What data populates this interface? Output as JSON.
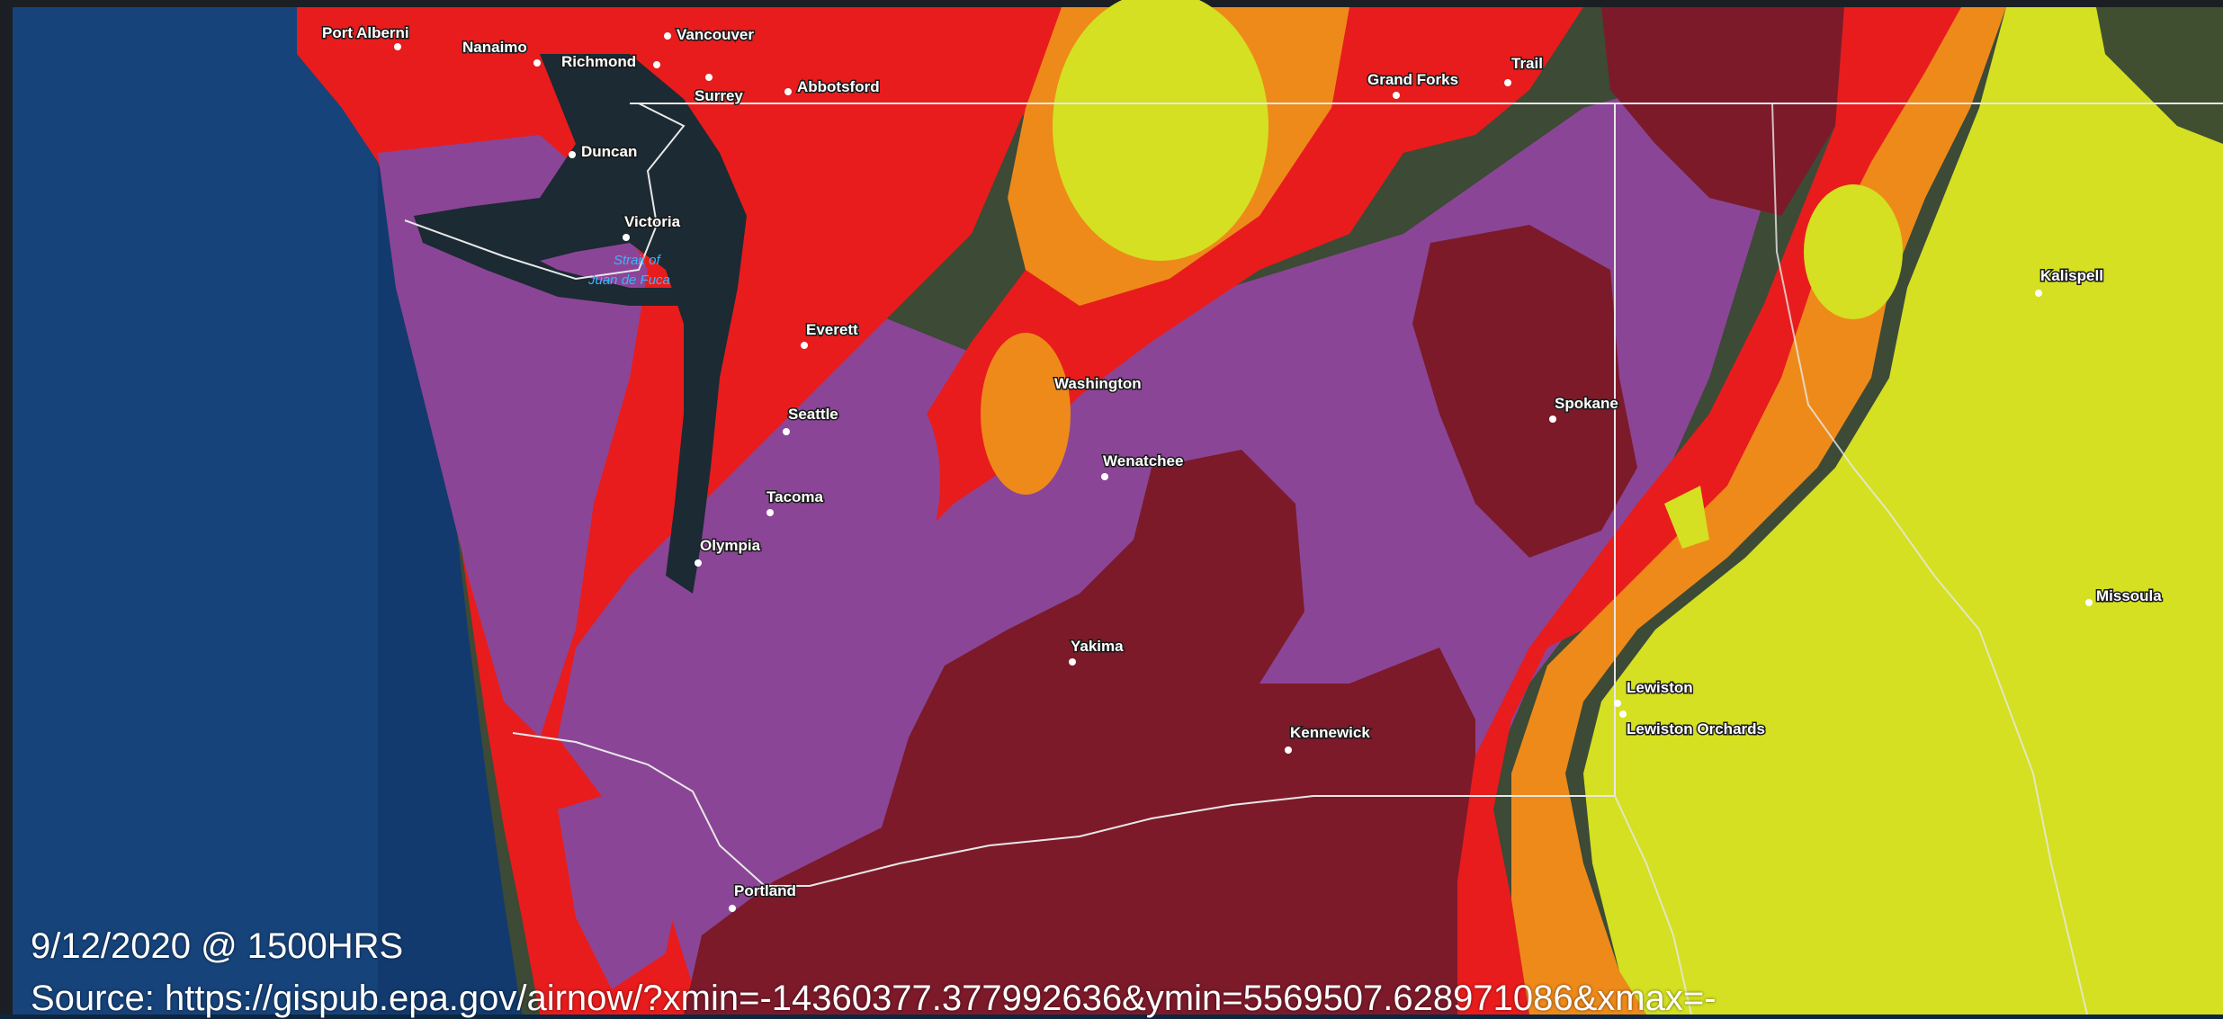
{
  "timestamp": "9/12/2020 @ 1500HRS",
  "source": "Source: https://gispub.epa.gov/airnow/?xmin=-14360377.377992636&ymin=5569507.628971086&xmax=-",
  "colors": {
    "ocean": "#123a6e",
    "land": "#3c4a36",
    "aqi_moderate": "#d4e021",
    "aqi_usg": "#ee8a1a",
    "aqi_unhealthy": "#e81c1c",
    "aqi_very_unhealthy": "#8b4596",
    "aqi_hazardous": "#7c1a2a",
    "boundary": "#e8e8e8"
  },
  "cities": [
    {
      "name": "Port Alberni"
    },
    {
      "name": "Nanaimo"
    },
    {
      "name": "Richmond"
    },
    {
      "name": "Vancouver"
    },
    {
      "name": "Surrey"
    },
    {
      "name": "Abbotsford"
    },
    {
      "name": "Duncan"
    },
    {
      "name": "Victoria"
    },
    {
      "name": "Grand Forks"
    },
    {
      "name": "Trail"
    },
    {
      "name": "Everett"
    },
    {
      "name": "Washington"
    },
    {
      "name": "Seattle"
    },
    {
      "name": "Wenatchee"
    },
    {
      "name": "Tacoma"
    },
    {
      "name": "Olympia"
    },
    {
      "name": "Spokane"
    },
    {
      "name": "Kalispell"
    },
    {
      "name": "Missoula"
    },
    {
      "name": "Yakima"
    },
    {
      "name": "Kennewick"
    },
    {
      "name": "Lewiston"
    },
    {
      "name": "Lewiston Orchards"
    },
    {
      "name": "Portland"
    }
  ],
  "water_labels": [
    "Strait of",
    "Juan de Fuca"
  ]
}
